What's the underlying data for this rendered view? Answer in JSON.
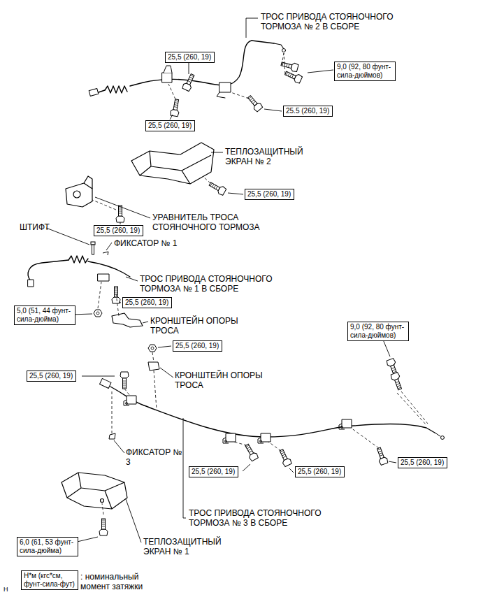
{
  "diagram": {
    "nodes": [
      {
        "text": [
          "25,5 (260, 19)"
        ]
      },
      {
        "text": [
          "9,0 (92, 80 фунт-сила-дюймов)"
        ]
      },
      {
        "text": [
          "25.5 (260, 19)"
        ]
      },
      {
        "text": [
          "25,5 (260, 19)"
        ]
      },
      {
        "text": [
          "25,5 (260, 19)"
        ]
      },
      {
        "text": [
          "25,5 (260, 19)"
        ]
      },
      {
        "text": [
          "25,5 (260, 19)"
        ]
      },
      {
        "text": [
          "5,0 (51, 44 фунт-сила-дюйма)"
        ]
      },
      {
        "text": [
          "9,0 (92, 80 фунт-сила-дюймов)"
        ]
      },
      {
        "text": [
          "25,5 (260, 19)"
        ]
      },
      {
        "text": [
          "25,5 (260, 19)"
        ]
      },
      {
        "text": [
          "25,5 (260, 19)"
        ]
      },
      {
        "text": [
          "25,5 (260, 19)"
        ]
      },
      {
        "text": [
          "25,5 (260, 19)"
        ]
      },
      {
        "text": [
          "6,0 (61, 53 фунт-сила-дюйма)"
        ]
      },
      {
        "text": [
          "Н*м (кгс*см, фунт-сила-фут)"
        ]
      }
    ],
    "labels": [
      "ТРОС ПРИВОДА СТОЯНОЧНОГО ТОРМОЗА № 2 В СБОРЕ",
      "ТЕПЛОЗАЩИТНЫЙ ЭКРАН № 2",
      "УРАВНИТЕЛЬ ТРОСА СТОЯНОЧНОГО ТОРМОЗА",
      "ШТИФТ",
      "ФИКСАТОР № 1",
      "ТРОС ПРИВОДА СТОЯНОЧНОГО ТОРМОЗА № 1 В СБОРЕ",
      "КРОНШТЕЙН ОПОРЫ ТРОСА",
      "КРОНШТЕЙН ОПОРЫ ТРОСА",
      "ФИКСАТОР № 3",
      "ТРОС ПРИВОДА СТОЯНОЧНОГО ТОРМОЗА № 3 В СБОРЕ",
      "ТЕПЛОЗАЩИТНЫЙ ЭКРАН № 1",
      ": номинальный момент затяжки",
      "H"
    ]
  }
}
